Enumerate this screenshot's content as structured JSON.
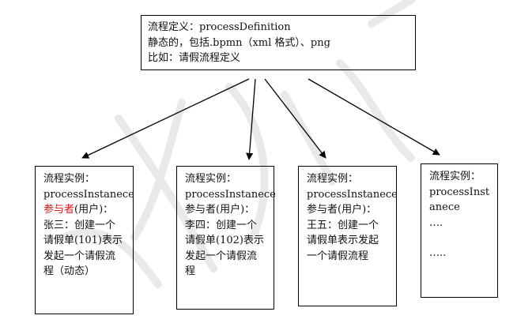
{
  "definition": {
    "lines": [
      "流程定义：processDefinition",
      "静态的，包括.bpmn（xml 格式）、png",
      "比如：请假流程定义"
    ]
  },
  "instances": [
    {
      "title": "流程实例：",
      "name": "processInstanece",
      "participant_label": "参与者",
      "participant_suffix": "(用户)：",
      "description": "张三：创建一个请假单(101)表示发起一个请假流程（动态）"
    },
    {
      "title": "流程实例：",
      "name": "processInstanece",
      "participant_label": "参与者",
      "participant_suffix": "(用户)：",
      "description": "李四：创建一个请假单(102)表示发起一个请假流程"
    },
    {
      "title": "流程实例：",
      "name": "processInstanece",
      "participant_label": "参与者",
      "participant_suffix": "(用户)：",
      "description": "王五：创建一个请假单表示发起一个请假流程"
    },
    {
      "title": "流程实例：",
      "name_line1": "processInst",
      "name_line2": "anece",
      "ellipsis1": "….",
      "ellipsis2": "…..",
      "description": ""
    }
  ],
  "colors": {
    "border": "#000000",
    "highlight_text": "#e01515",
    "watermark": "#d9d9d9"
  }
}
